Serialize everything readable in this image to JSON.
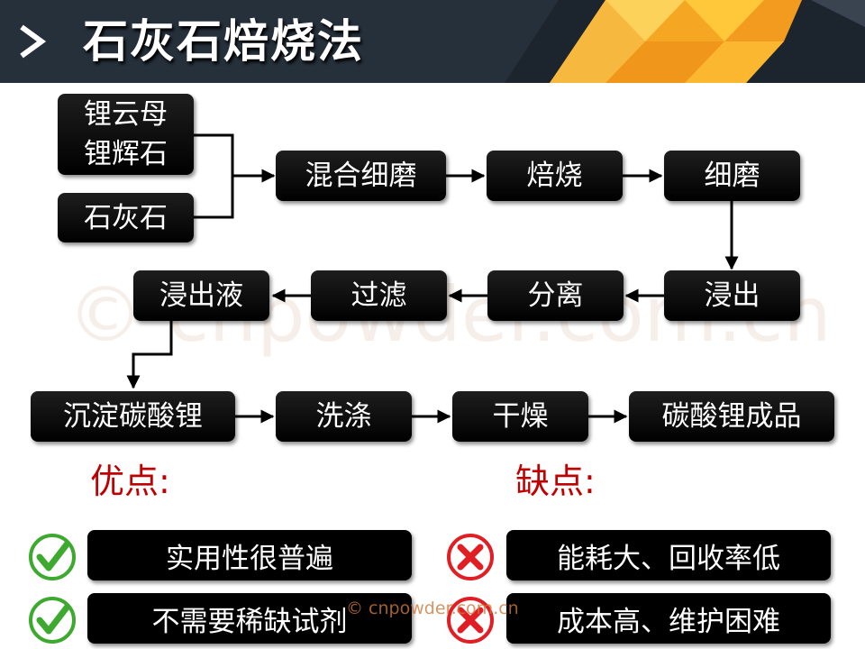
{
  "slide": {
    "title": "石灰石焙烧法",
    "colors": {
      "header_bg": "#26303b",
      "box_bg": "#000000",
      "section_label": "#c00000",
      "check_green": "#3daa2f",
      "cross_red": "#e01f25",
      "deco_orange": "#f5a623"
    },
    "icons": {
      "title_arrow": "arrow-right-icon",
      "pro": "check-icon",
      "con": "cross-icon"
    }
  },
  "flow": {
    "raw_material": [
      "锂云母",
      "锂辉石"
    ],
    "additive": "石灰石",
    "steps": {
      "mix_grind": "混合细磨",
      "roast": "焙烧",
      "fine_grind": "细磨",
      "leach": "浸出",
      "separate": "分离",
      "filter": "过滤",
      "leachate": "浸出液",
      "precipitate": "沉淀碳酸锂",
      "wash": "洗涤",
      "dry": "干燥",
      "product": "碳酸锂成品"
    }
  },
  "pros": {
    "label": "优点:",
    "items": [
      "实用性很普遍",
      "不需要稀缺试剂"
    ]
  },
  "cons": {
    "label": "缺点:",
    "items": [
      "能耗大、回收率低",
      "成本高、维护困难"
    ]
  },
  "watermark": {
    "large": "© cnpowder.com.cn",
    "small": "© cnpowder.com.cn"
  }
}
